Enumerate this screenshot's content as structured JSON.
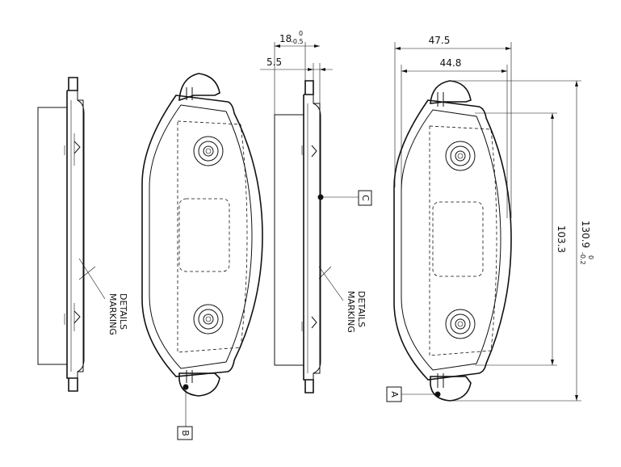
{
  "dimensions": {
    "thickness_main": "18",
    "thickness_tol_upper": "0",
    "thickness_tol_lower": "-0.5",
    "backplate": "5.5",
    "width_outer": "47.5",
    "width_inner": "44.8",
    "height_inner": "103.3",
    "height_total": "130.9",
    "height_tol_upper": "0",
    "height_tol_lower": "-0.2"
  },
  "labels": {
    "marking_line1": "MARKING",
    "marking_line2": "DETAILS"
  },
  "callouts": {
    "a": "A",
    "b": "B",
    "c": "C"
  }
}
